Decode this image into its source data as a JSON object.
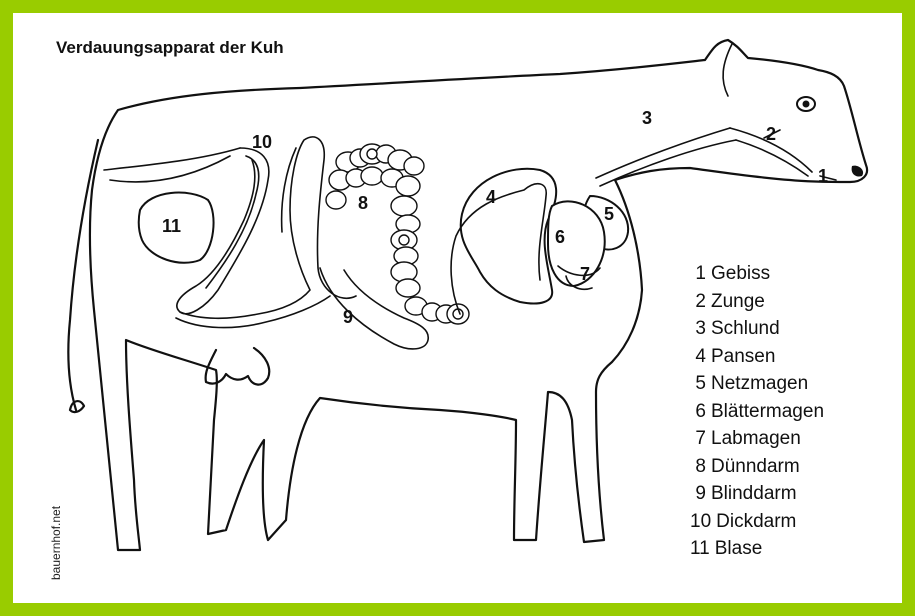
{
  "diagram": {
    "title": "Verdauungsapparat der Kuh",
    "watermark": "bauernhof.net",
    "colors": {
      "frame": "#99cc00",
      "background": "#ffffff",
      "ink": "#111111"
    },
    "callouts": [
      "1",
      "2",
      "3",
      "4",
      "5",
      "6",
      "7",
      "8",
      "9",
      "10",
      "11"
    ],
    "legend": [
      {
        "number": "1",
        "label": "Gebiss"
      },
      {
        "number": "2",
        "label": "Zunge"
      },
      {
        "number": "3",
        "label": "Schlund"
      },
      {
        "number": "4",
        "label": "Pansen"
      },
      {
        "number": "5",
        "label": "Netzmagen"
      },
      {
        "number": "6",
        "label": "Blättermagen"
      },
      {
        "number": "7",
        "label": "Labmagen"
      },
      {
        "number": "8",
        "label": "Dünndarm"
      },
      {
        "number": "9",
        "label": "Blinddarm"
      },
      {
        "number": "10",
        "label": "Dickdarm"
      },
      {
        "number": "11",
        "label": "Blase"
      }
    ]
  }
}
